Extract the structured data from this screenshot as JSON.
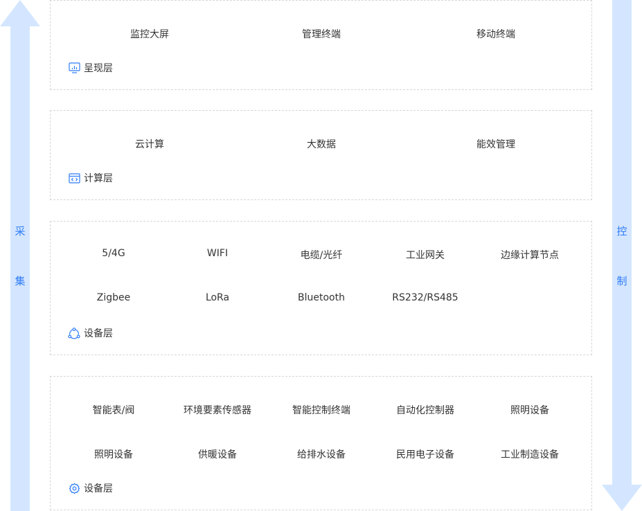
{
  "side": {
    "left_label_1": "采",
    "left_label_2": "集",
    "right_label_1": "控",
    "right_label_2": "制",
    "arrow_color": "#d4e6ff",
    "label_color": "#2f7cf6"
  },
  "layers": [
    {
      "name": "呈现层",
      "icon": "monitor-icon",
      "rows": [
        [
          "监控大屏",
          "管理终端",
          "移动终端"
        ]
      ]
    },
    {
      "name": "计算层",
      "icon": "code-window-icon",
      "rows": [
        [
          "云计算",
          "大数据",
          "能效管理"
        ]
      ]
    },
    {
      "name": "设备层",
      "icon": "network-icon",
      "rows": [
        [
          "5/4G",
          "WIFI",
          "电缆/光纤",
          "工业网关",
          "边缘计算节点"
        ],
        [
          "Zigbee",
          "LoRa",
          "Bluetooth",
          "RS232/RS485"
        ]
      ]
    },
    {
      "name": "设备层",
      "icon": "gear-icon",
      "rows": [
        [
          "智能表/阀",
          "环境要素传感器",
          "智能控制终端",
          "自动化控制器",
          "照明设备"
        ],
        [
          "照明设备",
          "供暖设备",
          "给排水设备",
          "民用电子设备",
          "工业制造设备"
        ]
      ]
    }
  ]
}
